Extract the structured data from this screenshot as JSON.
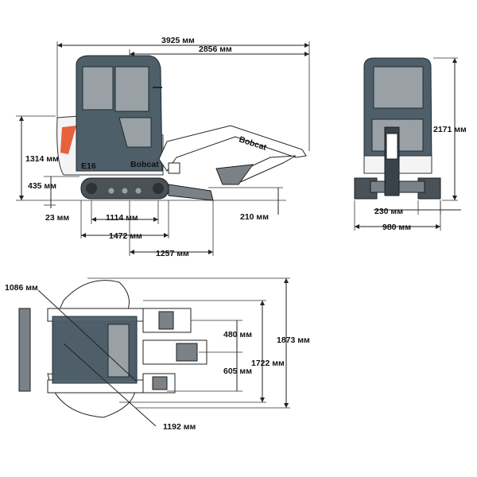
{
  "colors": {
    "cab_body": "#4e5f6a",
    "glass": "#9aa1a6",
    "accent": "#e8603c",
    "line": "#222222"
  },
  "side_view": {
    "model_label": "E16",
    "brand_cab": "Bobcat",
    "brand_arm": "Bobcat",
    "dimensions": {
      "overall_length": "3925 мм",
      "transport_length": "2856 мм",
      "height_to_top": "1314 мм",
      "ground_clearance": "435 мм",
      "track_clearance": "23 мм",
      "track_length": "1114 мм",
      "undercarriage_length": "1472 мм",
      "blade_offset": "1257 мм",
      "blade_reach": "210 мм"
    }
  },
  "front_view": {
    "dimensions": {
      "overall_height": "2171 мм",
      "track_width": "230 мм",
      "overall_width": "980 мм"
    }
  },
  "top_view": {
    "dimensions": {
      "tail_radius": "1086 мм",
      "offset_right": "480 мм",
      "offset_left": "605 мм",
      "width_narrow": "1722 мм",
      "width_wide": "1873 мм",
      "front_radius": "1192 мм"
    }
  }
}
